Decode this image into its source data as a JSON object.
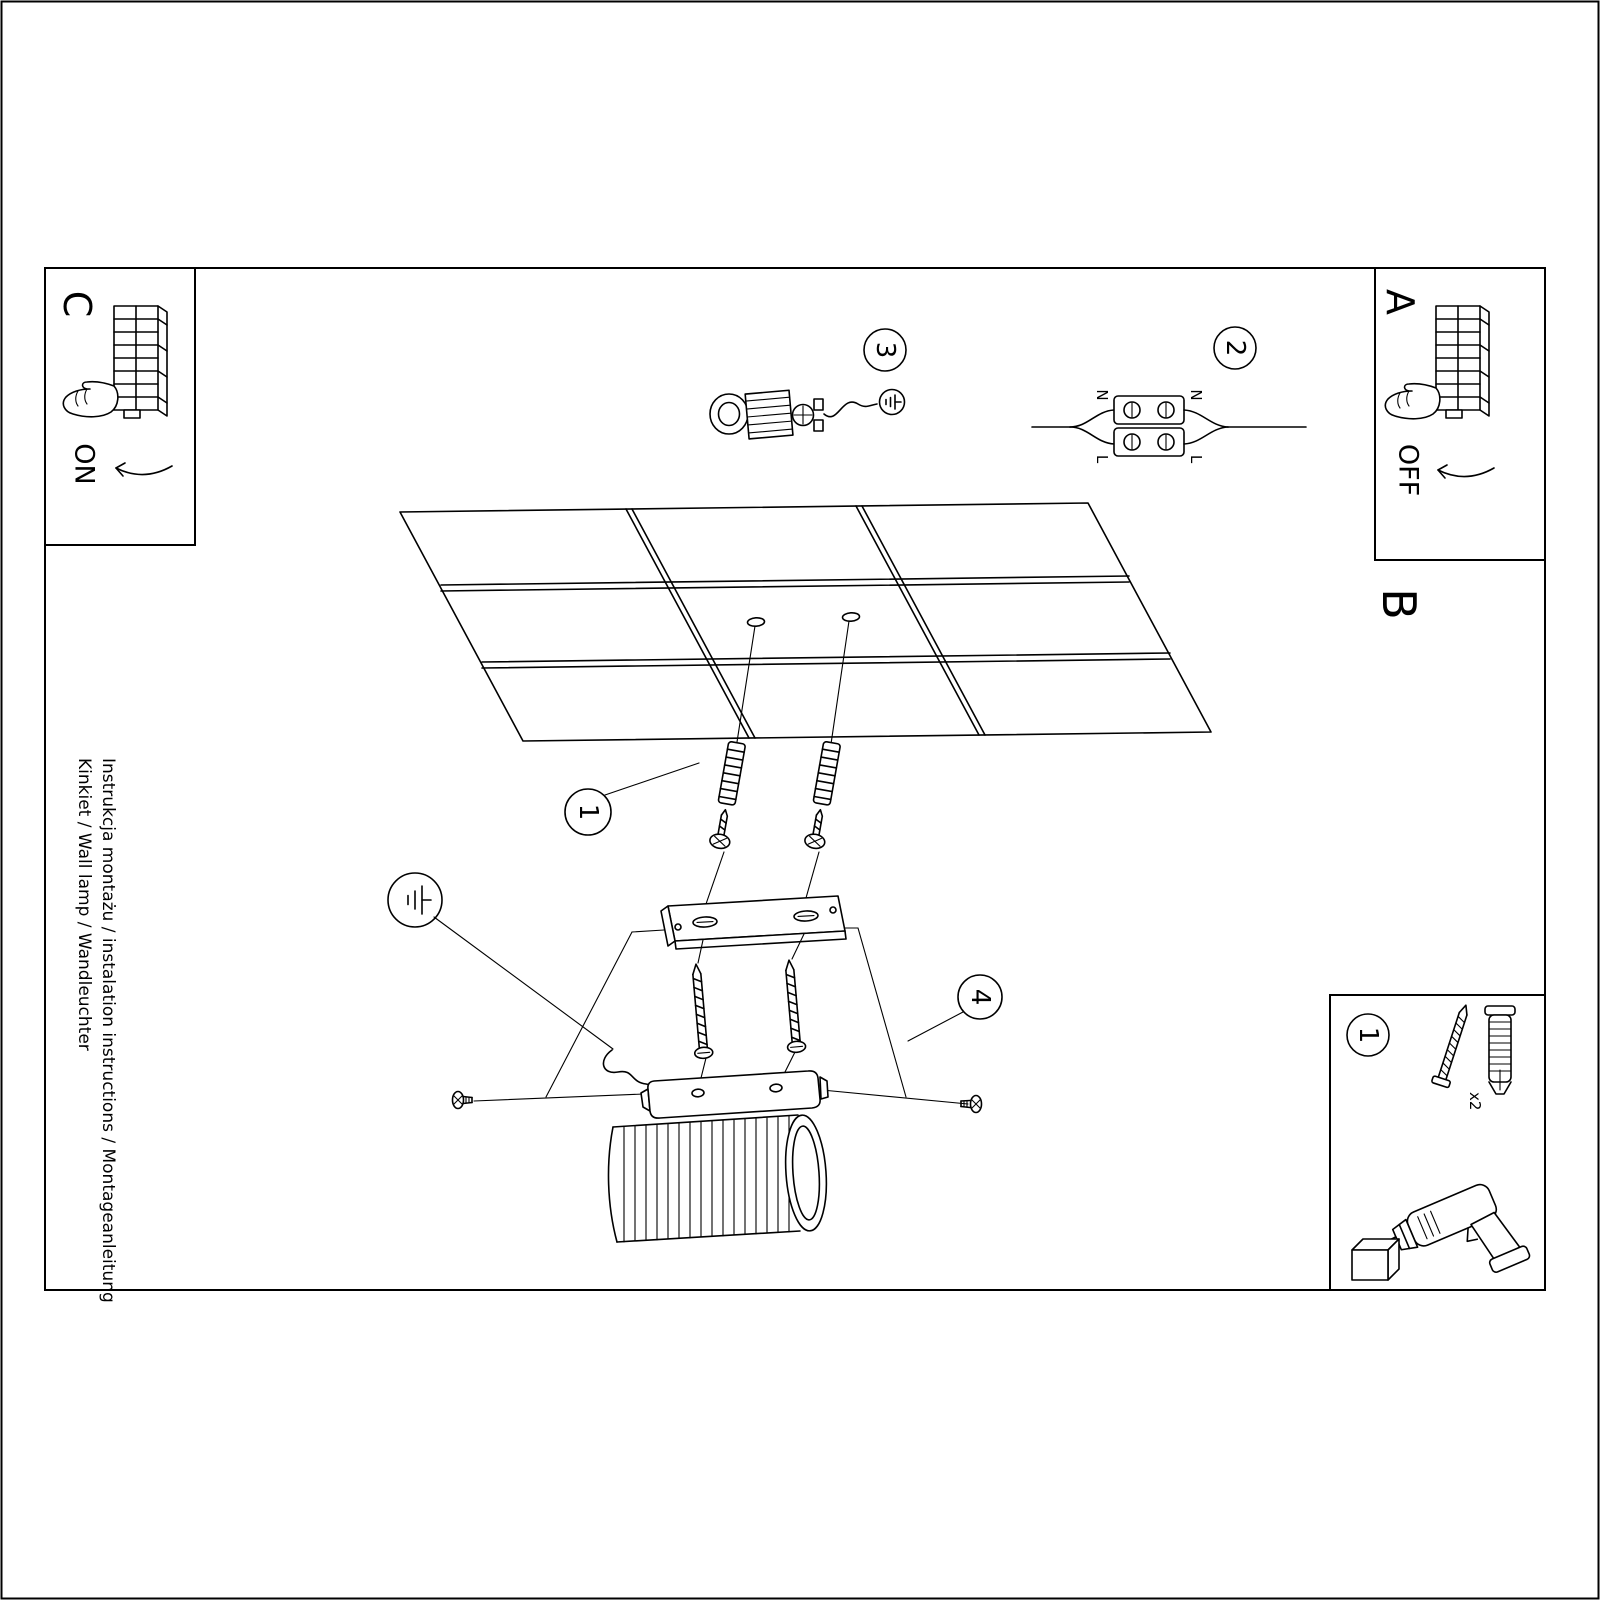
{
  "sheet": {
    "footer": {
      "instructions": "Instrukcja montażu / instalation instructions / Montageanleitung",
      "product": "Kinkiet / Wall lamp / Wandleuchter"
    },
    "sections": {
      "a": {
        "label": "A",
        "state": "OFF"
      },
      "b": {
        "label": "B"
      },
      "c": {
        "label": "C",
        "state": "ON"
      }
    },
    "steps": {
      "one": "1",
      "two": "2",
      "three": "3",
      "four": "4"
    },
    "accessories": {
      "step": "1",
      "qty": "x2"
    },
    "wiring": {
      "n": "N",
      "l": "L"
    },
    "colors": {
      "ink": "#000000",
      "paper": "#ffffff"
    }
  }
}
